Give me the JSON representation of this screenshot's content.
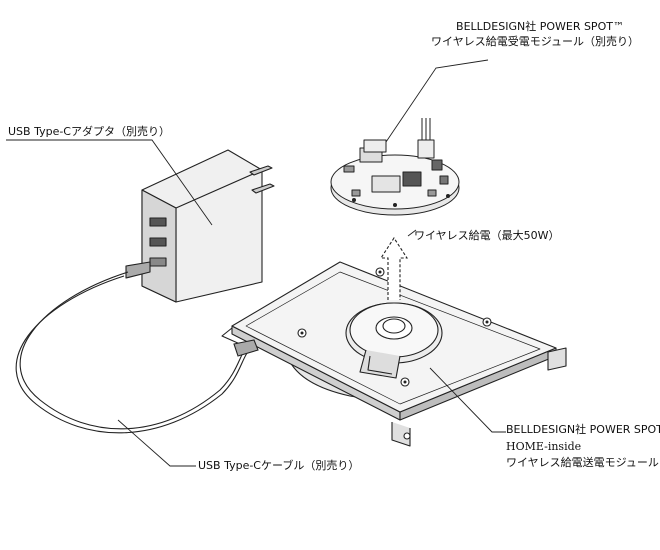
{
  "labels": {
    "receiver_brand": "BELLDESIGN社 POWER SPOT™",
    "receiver_name": "ワイヤレス給電受電モジュール（別売り）",
    "adapter": "USB Type-Cアダプタ（別売り）",
    "power": "ワイヤレス給電（最大50W）",
    "cable": "USB Type-Cケーブル（別売り）",
    "transmitter_brand": "BELLDESIGN社 POWER SPOT™",
    "transmitter_model": "HOME-inside",
    "transmitter_name": "ワイヤレス給電送電モジュール"
  },
  "colors": {
    "line": "#222222",
    "plate": "#f3f3f3",
    "shade": "#d9d9d9",
    "dark": "#555555",
    "arrow_fill": "#ffffff"
  }
}
